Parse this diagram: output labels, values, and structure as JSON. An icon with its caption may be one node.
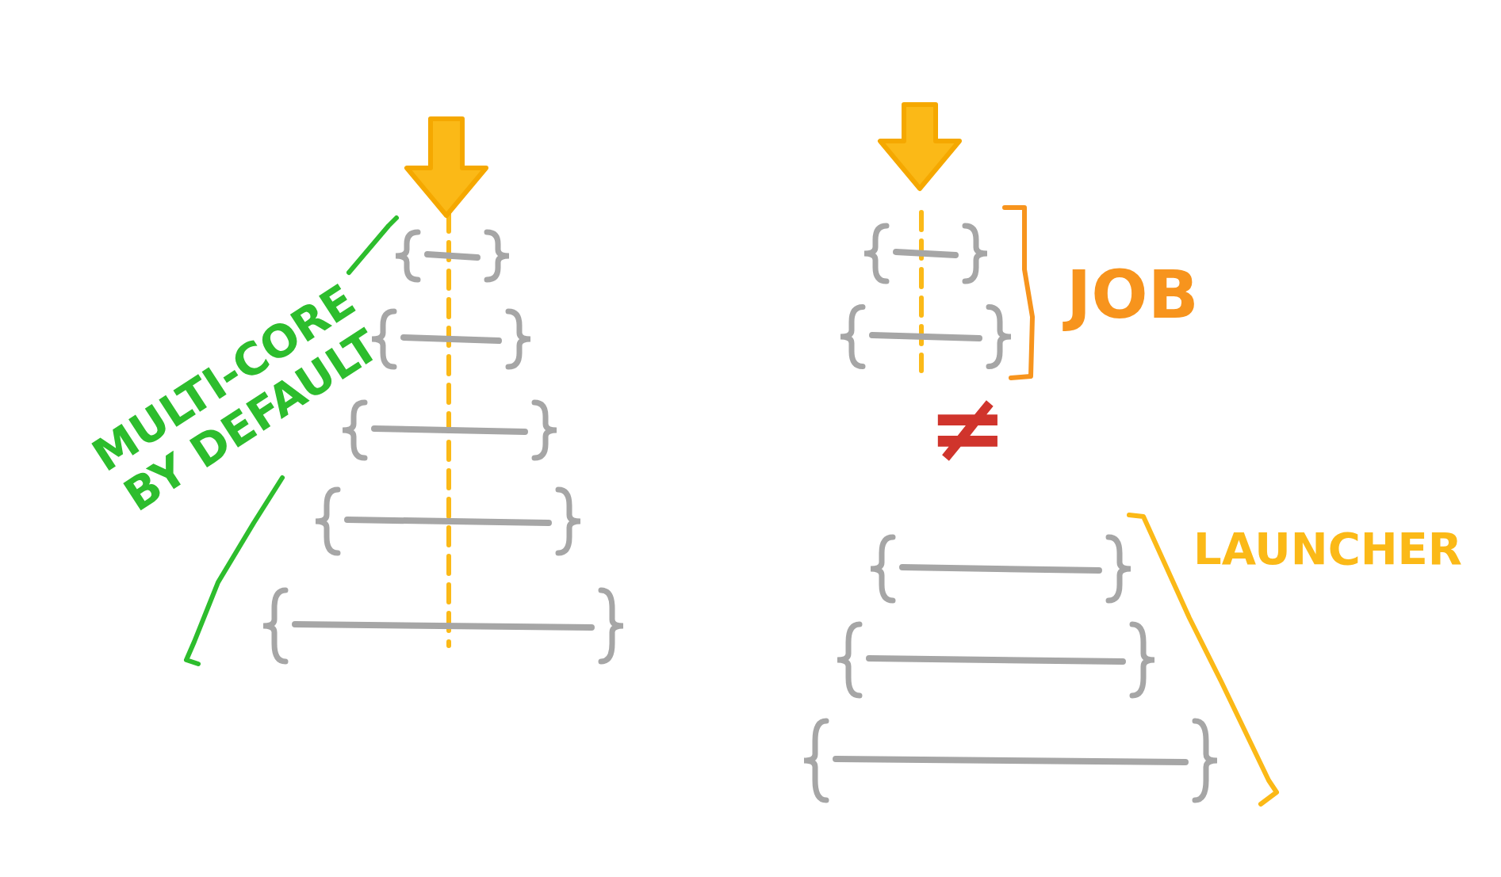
{
  "diagram": {
    "labels": [
      "MULTI-CORE BY DEFAULT",
      "JOB",
      "≠",
      "LAUNCHER"
    ]
  }
}
